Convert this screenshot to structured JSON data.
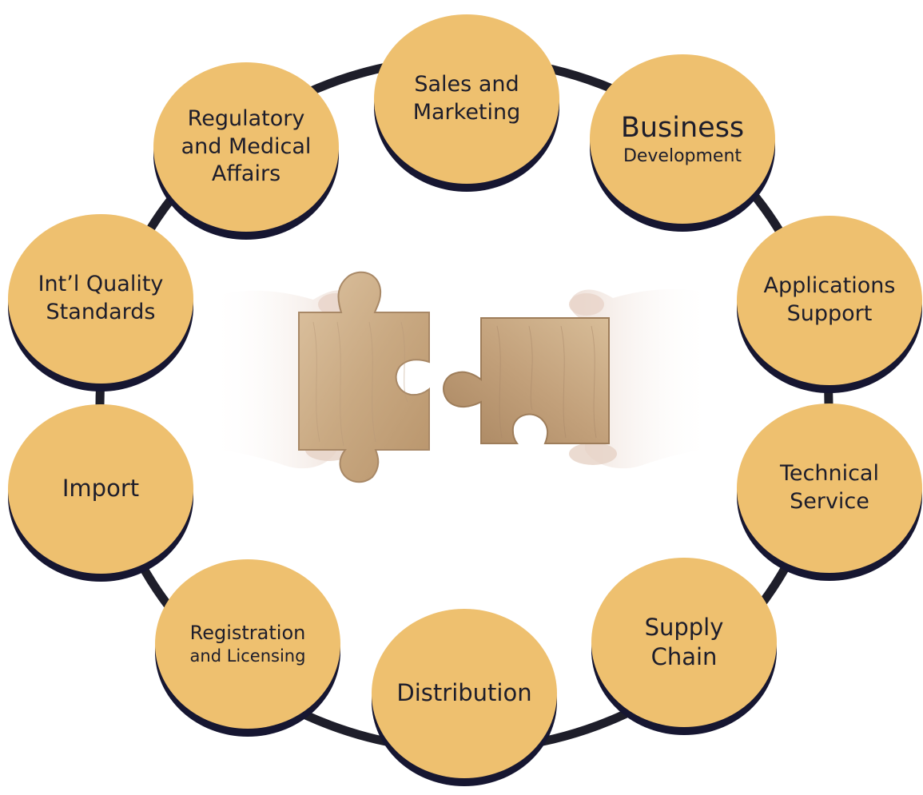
{
  "diagram": {
    "center_image": "hands-joining-wooden-puzzle-pieces",
    "colors": {
      "node_fill": "#eec06f",
      "node_shadow": "#161631",
      "ring_line": "#1e1e2a",
      "text": "#1d1d2b"
    },
    "nodes": [
      {
        "id": "sales-and-marketing",
        "lines": [
          "Sales and",
          "Marketing",
          ""
        ]
      },
      {
        "id": "business-development",
        "lines": [
          "Business",
          "Development",
          ""
        ]
      },
      {
        "id": "applications-support",
        "lines": [
          "Applications",
          "Support",
          ""
        ]
      },
      {
        "id": "technical-service",
        "lines": [
          "Technical",
          "Service",
          ""
        ]
      },
      {
        "id": "supply-chain",
        "lines": [
          "Supply",
          "Chain",
          ""
        ]
      },
      {
        "id": "distribution",
        "lines": [
          "Distribution",
          "",
          ""
        ]
      },
      {
        "id": "registration-and-licensing",
        "lines": [
          "Registration",
          "and Licensing",
          ""
        ]
      },
      {
        "id": "import",
        "lines": [
          "Import",
          "",
          ""
        ]
      },
      {
        "id": "intl-quality-standards",
        "lines": [
          "Int’l Quality",
          "Standards",
          ""
        ]
      },
      {
        "id": "regulatory-and-medical-affairs",
        "lines": [
          "Regulatory",
          "and Medical",
          "Affairs"
        ]
      }
    ]
  }
}
